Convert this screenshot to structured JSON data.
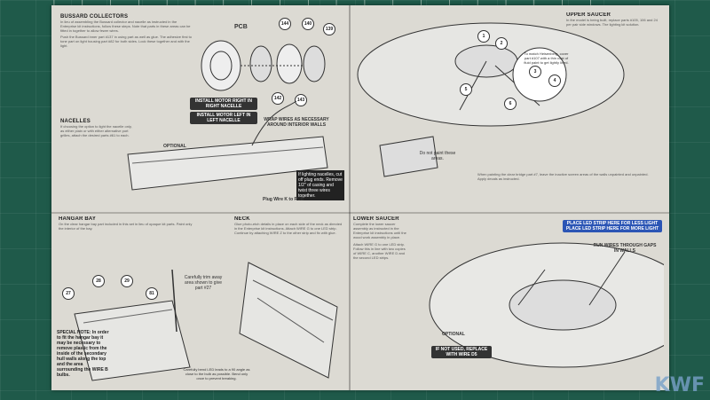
{
  "upper_left": {
    "title": "BUSSARD COLLECTORS",
    "intro": "In lieu of assembling the Bussard collector and nacelle as instructed in the Enterprise kit instructions, follow these steps. Note that parts in these areas can be fitted in together to allow fewer wires.",
    "body": "Push the Bussard inner part #137 in using part as well as glue. The adhesive first to tone part on light housing part #82 for both sides. Lock these together and with the light.",
    "part_labels": [
      "PCB",
      "144",
      "140",
      "139",
      "142",
      "143"
    ],
    "install_right": "INSTALL MOTOR RIGHT IN RIGHT NACELLE",
    "install_left": "INSTALL MOTOR LEFT IN LEFT NACELLE",
    "wrap_wires": "WRAP WIRES AS NECESSARY AROUND INTERIOR WALLS",
    "optional": "OPTIONAL",
    "nacelles_title": "NACELLES",
    "nacelles_text": "If choosing the option to light the nacelle only, as either plain or with either alternative port grilles, attach the desired parts #61 to each.",
    "if_lighting": "If lighting nacelles, cut off plug ends. Remove 1/2\" of casing and twist three wires together.",
    "plug_wire": "Plug Wire K to PCB"
  },
  "lower_left": {
    "hangar_title": "HANGAR BAY",
    "hangar_text": "On the clear hangar bay part included in this set in lieu of opaque kit parts. Paint only the interior of the bay.",
    "part_labels": [
      "27",
      "28",
      "29",
      "81"
    ],
    "special_note": "SPECIAL NOTE: In order to fit the hangar bay it may be necessary to remove plastic from the inside of the secondary hull walls along the top and the area surrounding the WIRE B bulbs.",
    "carefully_trim": "Carefully trim away area shown to give part #27",
    "bend_led": "Carefully bend LED leads to a 90 angle as close to the bulb as possible. Bend only once to prevent breaking.",
    "neck_title": "NECK",
    "neck_text": "Glue photo-etch details in place on each side of the neck as directed in the Enterprise kit instructions. Attach WIRE G to one LED strip. Continue by attaching WIRE Z to the other strip and fix with glue."
  },
  "upper_right": {
    "title": "UPPER SAUCER",
    "intro": "In the model is being built, replace parts #105, 106 and 24 per pair side windows. The lighting kit solution.",
    "match_text": "To match Heisenberg, cover part #107 with a thin coat of fluid paint to get lightly lined.",
    "part_nums": [
      "1",
      "2",
      "3",
      "4",
      "5",
      "6"
    ],
    "do_not_paint": "Do not paint these areas.",
    "bottom_text": "When painting the clear bridge part #7, leave the inactive screen areas of the walls unpainted and unpainted. Apply decals as instructed."
  },
  "lower_right": {
    "title": "LOWER SAUCER",
    "intro": "Complete the lower saucer assembly as instructed in the Enterprise kit instructions until the wood work assembly in place.",
    "led_strip_callout": "PLACE LED STRIP HERE FOR LESS LIGHT\nPLACE LED STRIP HERE FOR MORE LIGHT",
    "run_wires": "RUN WIRES THROUGH GAPS IN WALLS",
    "optional": "OPTIONAL",
    "if_not_used": "IF NOT USED, REPLACE WITH WIRE D5",
    "side_text": "Attach WIRE G to one LED strip. Follow this in line with two copies of WIRE C, another WIRE D and the second LED strips."
  },
  "watermark": "KWF"
}
